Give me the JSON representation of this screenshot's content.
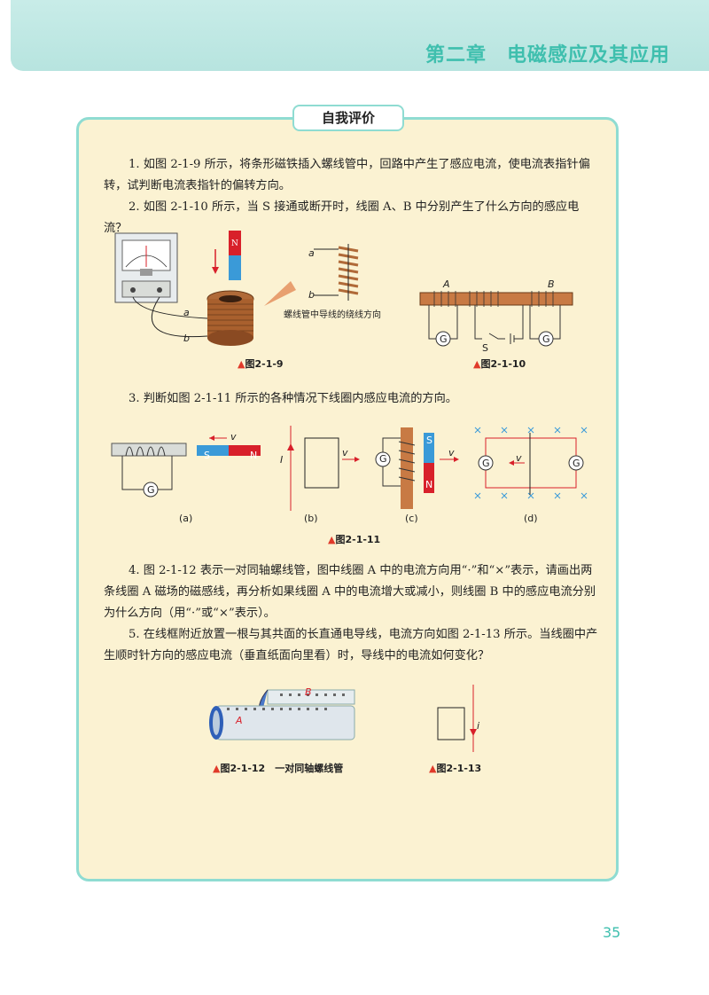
{
  "header": {
    "chapter_title": "第二章　电磁感应及其应用"
  },
  "section": {
    "title": "自我评价"
  },
  "questions": {
    "q1": "1. 如图 2-1-9 所示，将条形磁铁插入螺线管中，回路中产生了感应电流，使电流表指针偏转，试判断电流表指针的偏转方向。",
    "q2": "2. 如图 2-1-10 所示，当 S 接通或断开时，线圈 A、B 中分别产生了什么方向的感应电流？",
    "q3": "3. 判断如图 2-1-11 所示的各种情况下线圈内感应电流的方向。",
    "q4": "4. 图 2-1-12 表示一对同轴螺线管，图中线圈 A 中的电流方向用“·”和“×”表示，请画出两条线圈 A 磁场的磁感线，再分析如果线圈 A 中的电流增大或减小，则线圈 B 中的感应电流分别为什么方向（用“·”或“×”表示）。",
    "q5": "5. 在线框附近放置一根与其共面的长直通电导线，电流方向如图 2-1-13 所示。当线圈中产生顺时针方向的感应电流（垂直纸面向里看）时，导线中的电流如何变化？"
  },
  "figures": {
    "fig9": {
      "caption": "图2-1-9",
      "winding_label": "螺线管中导线的绕线方向",
      "label_a": "a",
      "label_b": "b",
      "magnet_n": "N"
    },
    "fig10": {
      "caption": "图2-1-10",
      "label_a": "A",
      "label_b": "B",
      "switch": "S",
      "meter": "G"
    },
    "fig11": {
      "caption": "图2-1-11",
      "sub_a": "(a)",
      "sub_b": "(b)",
      "sub_c": "(c)",
      "sub_d": "(d)",
      "v": "v",
      "I": "I",
      "S": "S",
      "N": "N",
      "G": "G"
    },
    "fig12": {
      "caption": "图2-1-12　一对同轴螺线管",
      "label_a": "A",
      "label_b": "B"
    },
    "fig13": {
      "caption": "图2-1-13",
      "label_i": "i"
    }
  },
  "page": {
    "number": "35"
  },
  "colors": {
    "accent": "#3fbfae",
    "panel_bg": "#fbf2d2",
    "panel_border": "#8fdcd2",
    "red": "#d8202a",
    "blue": "#3a9ad8"
  }
}
